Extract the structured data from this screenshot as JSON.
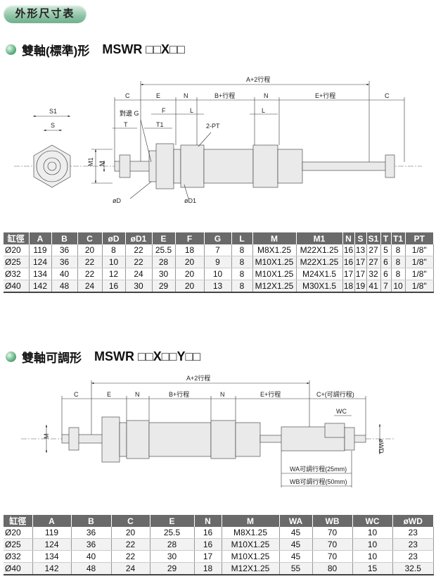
{
  "header": {
    "label": "外形尺寸表"
  },
  "section1": {
    "title": "雙軸(標準)形",
    "model": "MSWR □□X□□",
    "labels": {
      "a2": "A+2行程",
      "c": "C",
      "e": "E",
      "n": "N",
      "b": "B+行程",
      "e2": "E+行程",
      "f": "F",
      "l": "L",
      "t": "T",
      "t1": "T1",
      "s1": "S1",
      "s": "S",
      "g": "對邊 G",
      "pt": "2-PT",
      "m1": "M1",
      "m": "M",
      "d": "øD",
      "d1": "øD1"
    },
    "table": {
      "headers": [
        "缸徑",
        "A",
        "B",
        "C",
        "øD",
        "øD1",
        "E",
        "F",
        "G",
        "L",
        "M",
        "M1",
        "N",
        "S",
        "S1",
        "T",
        "T1",
        "PT"
      ],
      "rows": [
        [
          "Ø20",
          "119",
          "36",
          "20",
          "8",
          "22",
          "25.5",
          "18",
          "7",
          "8",
          "M8X1.25",
          "M22X1.25",
          "16",
          "13",
          "27",
          "5",
          "8",
          "1/8\""
        ],
        [
          "Ø25",
          "124",
          "36",
          "22",
          "10",
          "22",
          "28",
          "20",
          "9",
          "8",
          "M10X1.25",
          "M22X1.25",
          "16",
          "17",
          "27",
          "6",
          "8",
          "1/8\""
        ],
        [
          "Ø32",
          "134",
          "40",
          "22",
          "12",
          "24",
          "30",
          "20",
          "10",
          "8",
          "M10X1.25",
          "M24X1.5",
          "17",
          "17",
          "32",
          "6",
          "8",
          "1/8\""
        ],
        [
          "Ø40",
          "142",
          "48",
          "24",
          "16",
          "30",
          "29",
          "20",
          "13",
          "8",
          "M12X1.25",
          "M30X1.5",
          "18",
          "19",
          "41",
          "7",
          "10",
          "1/8\""
        ]
      ]
    }
  },
  "section2": {
    "title": "雙軸可調形",
    "model": "MSWR □□X□□Y□□",
    "labels": {
      "a2": "A+2行程",
      "c": "C",
      "e": "E",
      "n": "N",
      "b": "B+行程",
      "e2": "E+行程",
      "c2": "C+(可調行程)",
      "wc": "WC",
      "m": "M",
      "wd": "øWD",
      "wa": "WA可調行程(25mm)",
      "wb": "WB可調行程(50mm)"
    },
    "table": {
      "headers": [
        "缸徑",
        "A",
        "B",
        "C",
        "E",
        "N",
        "M",
        "WA",
        "WB",
        "WC",
        "øWD"
      ],
      "rows": [
        [
          "Ø20",
          "119",
          "36",
          "20",
          "25.5",
          "16",
          "M8X1.25",
          "45",
          "70",
          "10",
          "23"
        ],
        [
          "Ø25",
          "124",
          "36",
          "22",
          "28",
          "16",
          "M10X1.25",
          "45",
          "70",
          "10",
          "23"
        ],
        [
          "Ø32",
          "134",
          "40",
          "22",
          "30",
          "17",
          "M10X1.25",
          "45",
          "70",
          "10",
          "23"
        ],
        [
          "Ø40",
          "142",
          "48",
          "24",
          "29",
          "18",
          "M12X1.25",
          "55",
          "80",
          "15",
          "32.5"
        ]
      ]
    }
  }
}
